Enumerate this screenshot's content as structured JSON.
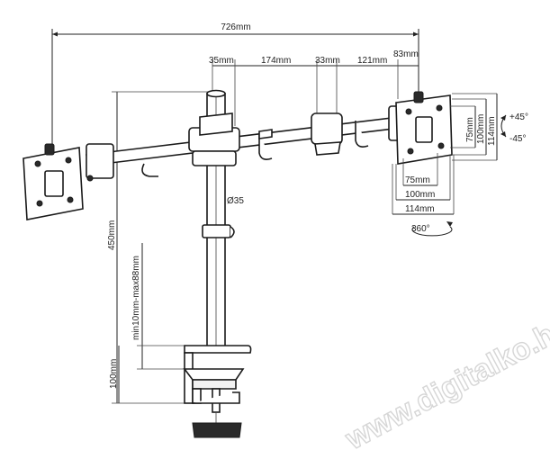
{
  "dimensions": {
    "total_width": "726mm",
    "arm_segment_a": "35mm",
    "arm_segment_b": "174mm",
    "arm_segment_c": "33mm",
    "arm_segment_d": "121mm",
    "arm_segment_e": "83mm",
    "pole_diameter": "Ø35",
    "pole_height": "450mm",
    "clamp_range": "min10mm-max88mm",
    "clamp_height": "100mm",
    "vesa_inner_w": "75mm",
    "vesa_outer_w": "100mm",
    "plate_w": "114mm",
    "vesa_inner_h": "75mm",
    "vesa_outer_h": "100mm",
    "plate_h": "114mm",
    "tilt_up": "+45°",
    "tilt_down": "-45°",
    "rotation": "360°"
  },
  "watermark": "www.digitalko.hu",
  "colors": {
    "line": "#222222",
    "watermark": "#d6d6d6"
  }
}
